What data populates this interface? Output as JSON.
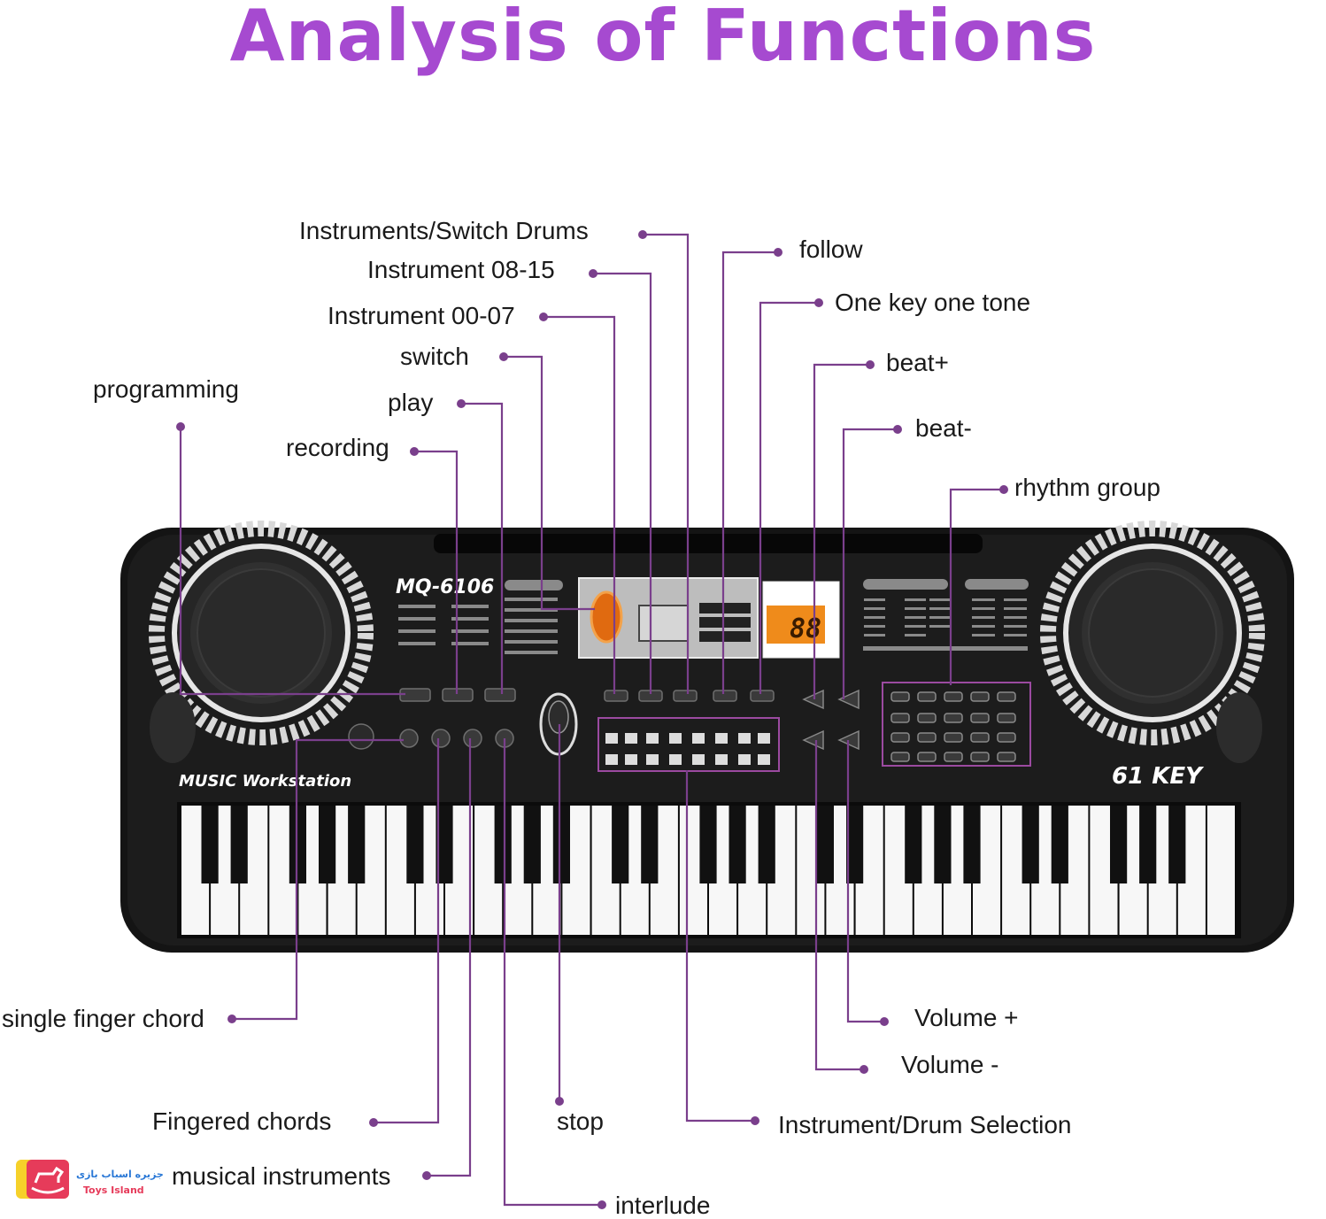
{
  "title": "Analysis of Functions",
  "accent_color": "#a64ad0",
  "line_color": "#7a3f8c",
  "keyboard": {
    "model": "MQ-6106",
    "brand": "MUSIC Workstation",
    "keys": "61 KEY",
    "display_value": "88"
  },
  "labels": {
    "instruments_switch_drums": "Instruments/Switch Drums",
    "instrument_08_15": "Instrument 08-15",
    "instrument_00_07": "Instrument 00-07",
    "switch": "switch",
    "programming": "programming",
    "play": "play",
    "recording": "recording",
    "follow": "follow",
    "one_key_one_tone": "One key one tone",
    "beat_plus": "beat+",
    "beat_minus": "beat-",
    "rhythm_group": "rhythm group",
    "single_finger_chord": "single finger chord",
    "fingered_chords": "Fingered chords",
    "musical_instruments": "musical instruments",
    "stop": "stop",
    "interlude": "interlude",
    "volume_plus": "Volume +",
    "volume_minus": "Volume -",
    "instrument_drum_selection": "Instrument/Drum Selection"
  },
  "logo": {
    "text_fa": "جزیره اسباب بازی",
    "text_en": "Toys Island"
  }
}
